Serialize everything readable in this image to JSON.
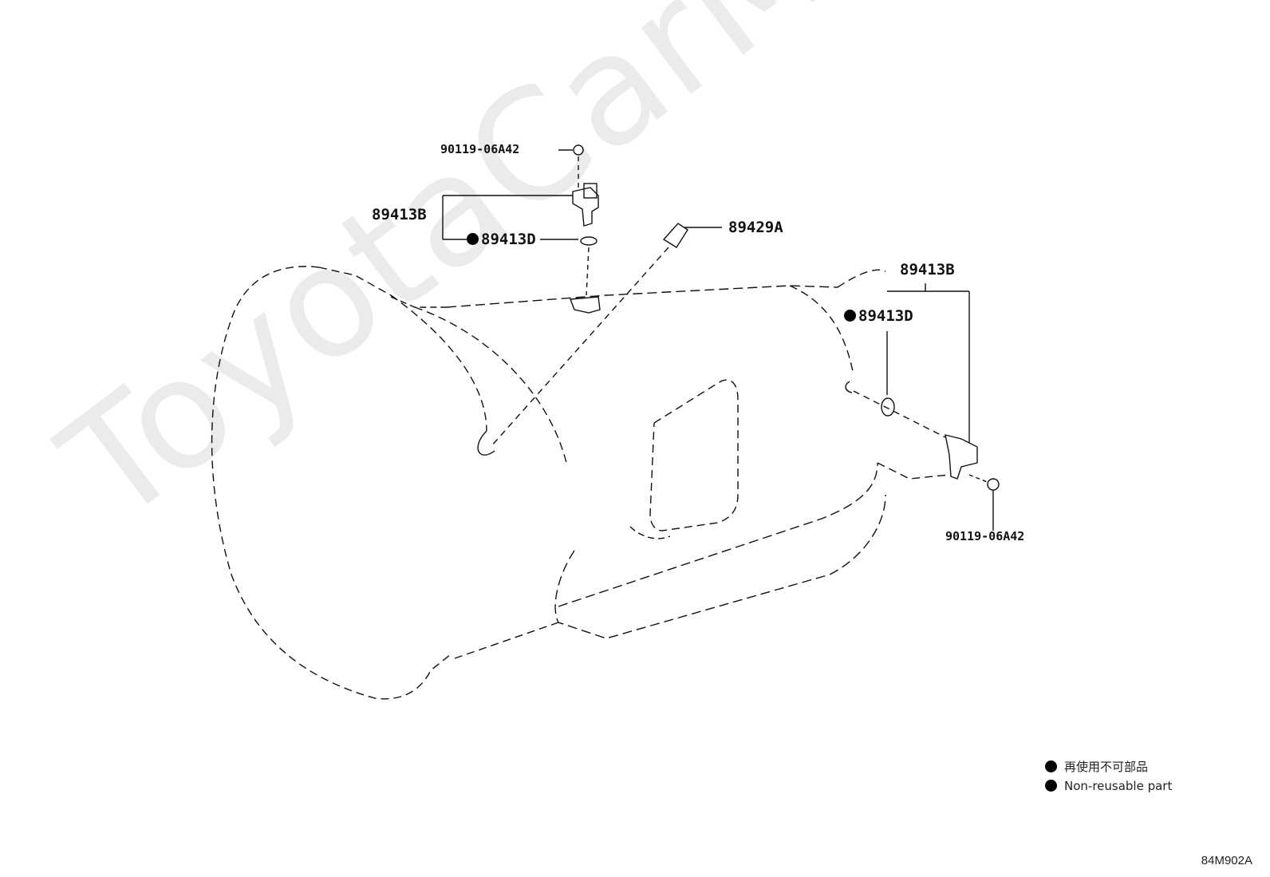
{
  "watermark": "ToyotaCarMine.ru",
  "callouts": {
    "bolt_top": "90119-06A42",
    "sensor_top": "89413B",
    "oring_top": "89413D",
    "switch": "89429A",
    "sensor_right": "89413B",
    "oring_right": "89413D",
    "bolt_right": "90119-06A42"
  },
  "legend": {
    "jp": "再使用不可部品",
    "en": "Non-reusable part"
  },
  "figure_id": "84M902A"
}
